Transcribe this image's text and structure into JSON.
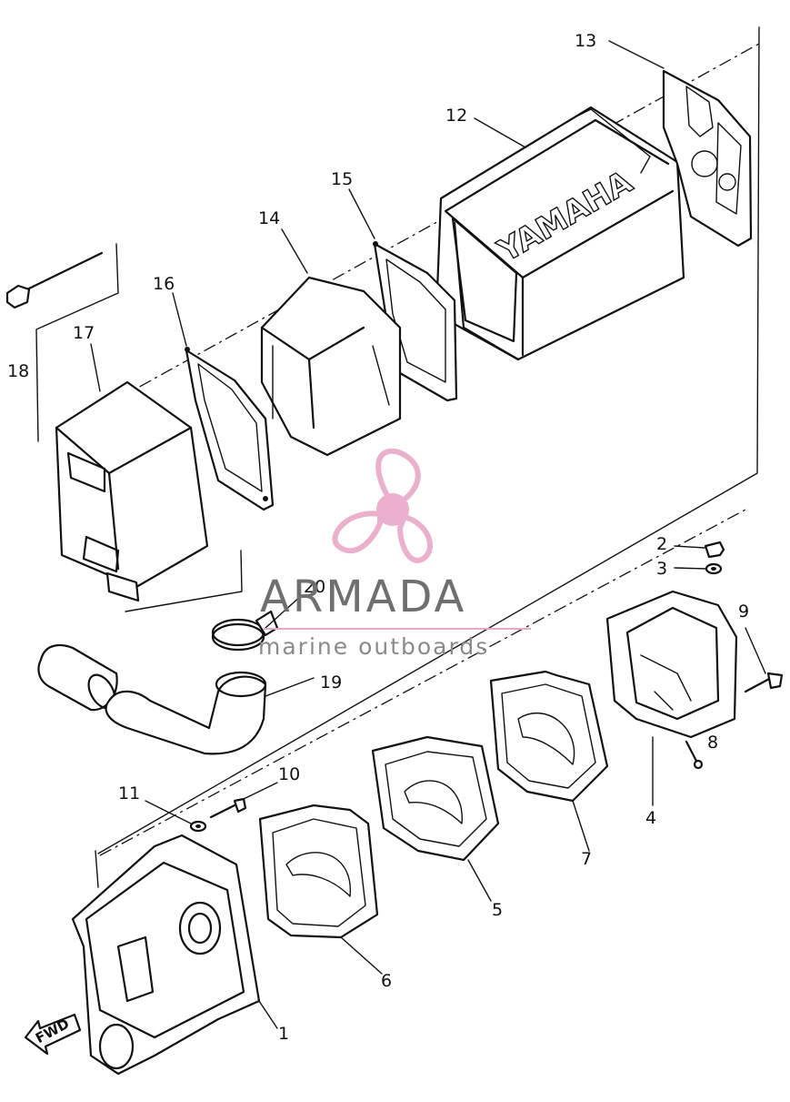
{
  "brand": {
    "name": "ARMADA",
    "tagline": "marine outboards",
    "logo_color": "#e8a8c8",
    "logo_icon": "propeller-logo-icon"
  },
  "diagram": {
    "direction_label": "FWD",
    "logo_text_on_cover": "YAMAHA",
    "callouts": [
      {
        "id": "c1",
        "label": "1"
      },
      {
        "id": "c2",
        "label": "2"
      },
      {
        "id": "c3",
        "label": "3"
      },
      {
        "id": "c4",
        "label": "4"
      },
      {
        "id": "c5",
        "label": "5"
      },
      {
        "id": "c6",
        "label": "6"
      },
      {
        "id": "c7",
        "label": "7"
      },
      {
        "id": "c8",
        "label": "8"
      },
      {
        "id": "c9",
        "label": "9"
      },
      {
        "id": "c10",
        "label": "10"
      },
      {
        "id": "c11",
        "label": "11"
      },
      {
        "id": "c12",
        "label": "12"
      },
      {
        "id": "c13",
        "label": "13"
      },
      {
        "id": "c14",
        "label": "14"
      },
      {
        "id": "c15",
        "label": "15"
      },
      {
        "id": "c16",
        "label": "16"
      },
      {
        "id": "c17",
        "label": "17"
      },
      {
        "id": "c18",
        "label": "18"
      },
      {
        "id": "c19",
        "label": "19"
      },
      {
        "id": "c20",
        "label": "20"
      }
    ]
  }
}
